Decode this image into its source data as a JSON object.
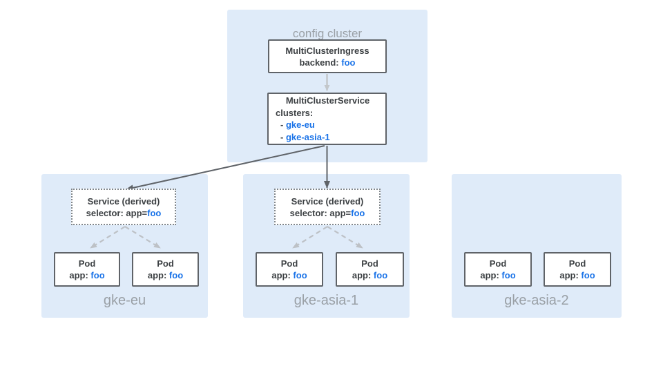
{
  "colors": {
    "region_bg": "#DFEBF9",
    "box_bg": "#FFFFFF",
    "box_border": "#5F6368",
    "text_dark": "#3C4043",
    "text_blue": "#1A73E8",
    "text_gray": "#9AA0A6",
    "arrow_dark": "#5F6368",
    "arrow_dashed": "#BDC1C6",
    "arrow_connector": "#C3C7CB",
    "dotted_border": "#80868B"
  },
  "diagram": {
    "config_cluster": {
      "label": "config cluster",
      "mci": {
        "title": "MultiClusterIngress",
        "backend_label": "backend: ",
        "backend_value": "foo"
      },
      "mcs": {
        "title": "MultiClusterService",
        "clusters_label": "clusters:",
        "items": [
          {
            "prefix": "- ",
            "name": "gke-eu"
          },
          {
            "prefix": "- ",
            "name": "gke-asia-1"
          }
        ]
      }
    },
    "clusters": [
      {
        "name": "gke-eu",
        "service": {
          "title": "Service (derived)",
          "selector_label": "selector: app=",
          "selector_value": "foo"
        },
        "pods": [
          {
            "title": "Pod",
            "app_label": "app: ",
            "app_value": "foo"
          },
          {
            "title": "Pod",
            "app_label": "app: ",
            "app_value": "foo"
          }
        ]
      },
      {
        "name": "gke-asia-1",
        "service": {
          "title": "Service (derived)",
          "selector_label": "selector: app=",
          "selector_value": "foo"
        },
        "pods": [
          {
            "title": "Pod",
            "app_label": "app: ",
            "app_value": "foo"
          },
          {
            "title": "Pod",
            "app_label": "app: ",
            "app_value": "foo"
          }
        ]
      },
      {
        "name": "gke-asia-2",
        "pods": [
          {
            "title": "Pod",
            "app_label": "app: ",
            "app_value": "foo"
          },
          {
            "title": "Pod",
            "app_label": "app: ",
            "app_value": "foo"
          }
        ]
      }
    ],
    "edges": [
      {
        "from": "MultiClusterIngress",
        "to": "MultiClusterService",
        "style": "solid-light-arrow"
      },
      {
        "from": "MultiClusterService",
        "to": "gke-eu / Service (derived)",
        "style": "solid-dark-arrow"
      },
      {
        "from": "MultiClusterService",
        "to": "gke-asia-1 / Service (derived)",
        "style": "solid-dark-arrow"
      },
      {
        "from": "gke-eu / Service (derived)",
        "to": "gke-eu / Pod 1",
        "style": "dashed-light-arrow"
      },
      {
        "from": "gke-eu / Service (derived)",
        "to": "gke-eu / Pod 2",
        "style": "dashed-light-arrow"
      },
      {
        "from": "gke-asia-1 / Service (derived)",
        "to": "gke-asia-1 / Pod 1",
        "style": "dashed-light-arrow"
      },
      {
        "from": "gke-asia-1 / Service (derived)",
        "to": "gke-asia-1 / Pod 2",
        "style": "dashed-light-arrow"
      }
    ]
  }
}
